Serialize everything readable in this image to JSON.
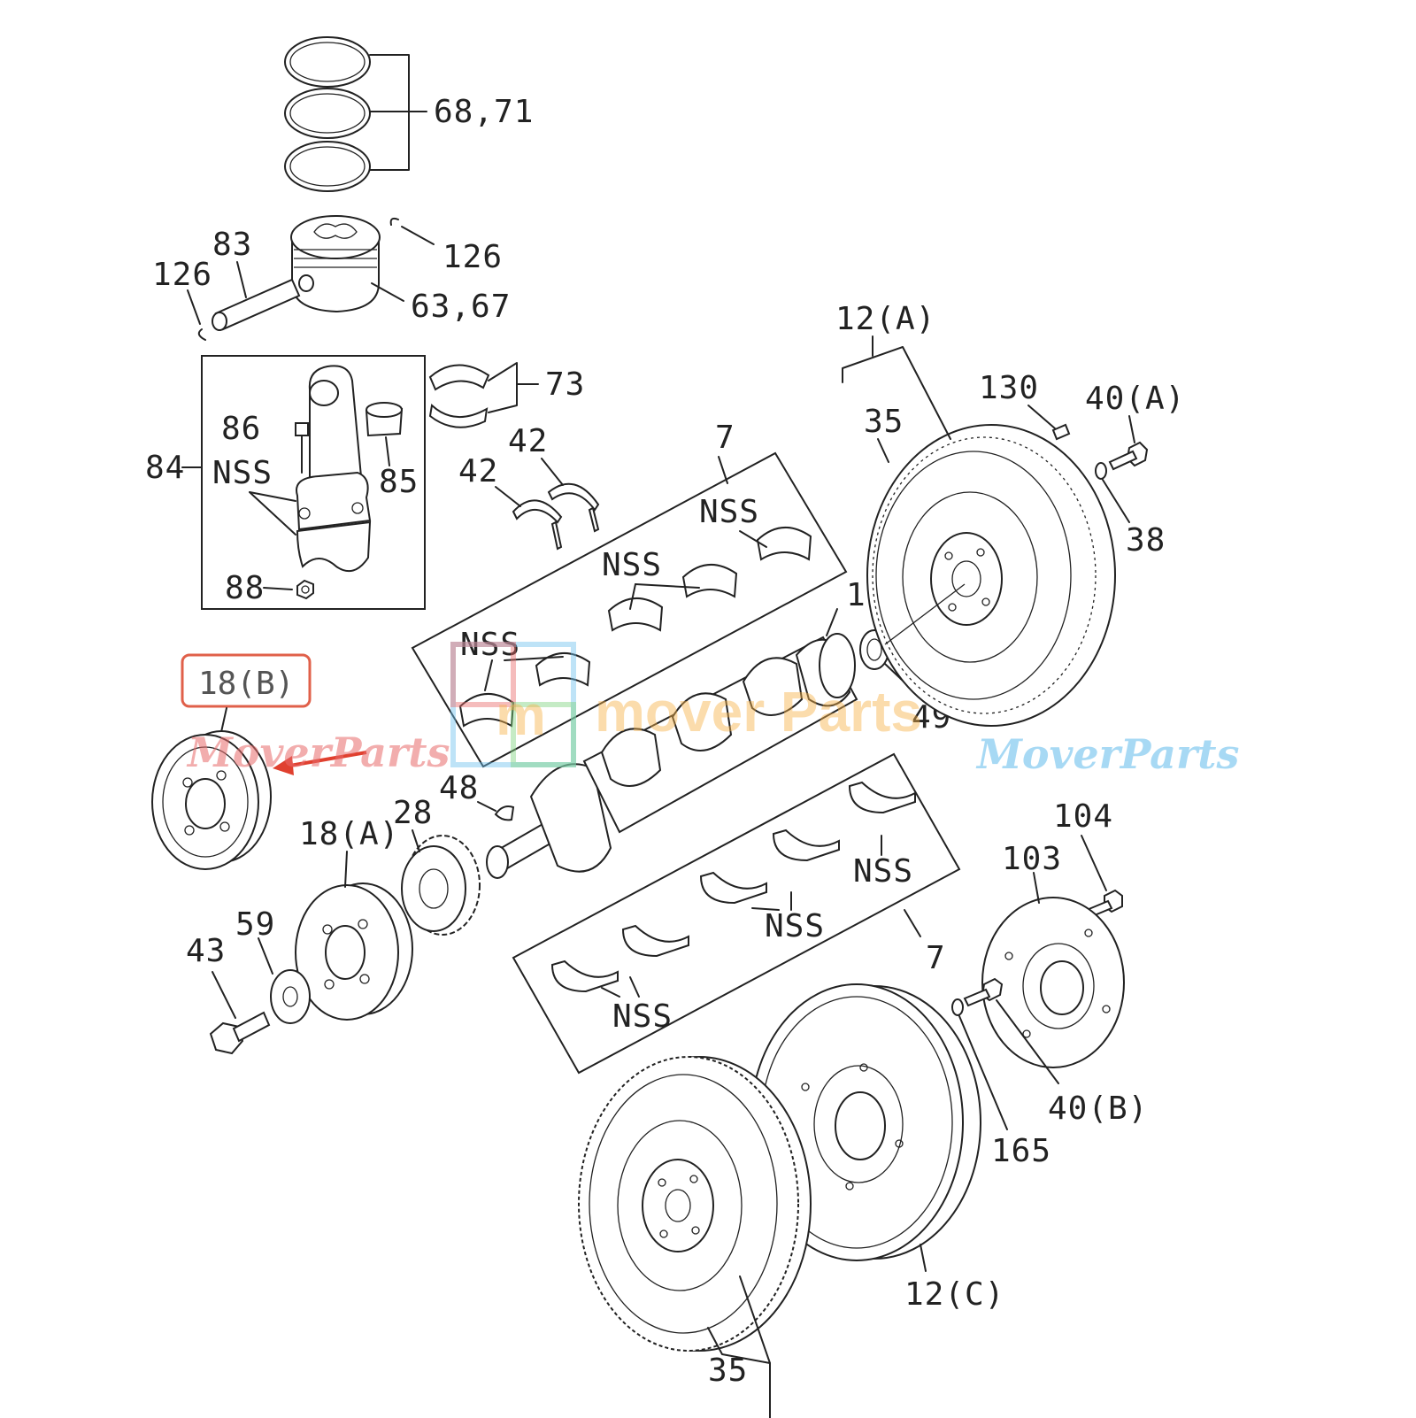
{
  "labels": {
    "rings": "68,71",
    "circlip_right": "126",
    "piston": "63,67",
    "pin": "83",
    "circlip_left": "126",
    "conrod_assy": "84",
    "conrod_bolt": "86",
    "conrod_nss": "NSS",
    "bushing": "85",
    "conrod_nut": "88",
    "rod_bearing": "73",
    "thrust_a": "42",
    "thrust_b": "42",
    "upper_bearings": "7",
    "upper_nss_1": "NSS",
    "upper_nss_2": "NSS",
    "upper_nss_3": "NSS",
    "crankshaft": "1",
    "pilot_bearing": "49",
    "flywheel_a": "12(A)",
    "ring_gear_a": "35",
    "dowel": "130",
    "flywheel_bolt_a": "40(A)",
    "washer_a": "38",
    "pulley_b": "18(B)",
    "key": "48",
    "gear": "28",
    "pulley_a": "18(A)",
    "washer": "59",
    "crank_bolt": "43",
    "lower_bearings": "7",
    "lower_nss_1": "NSS",
    "lower_nss_2": "NSS",
    "lower_nss_3": "NSS",
    "plate_bolt": "104",
    "plate": "103",
    "flywheel_bolt_b": "40(B)",
    "washer_b": "165",
    "flywheel_c": "12(C)",
    "ring_gear_b": "35"
  },
  "watermark": {
    "left": "MoverParts",
    "center": "mover Parts",
    "center_logo": "m",
    "right": "MoverParts"
  },
  "colors": {
    "line": "#222222",
    "highlight_box": "#e0604a",
    "arrow": "#e0402f",
    "watermark_red": "#e86b6b",
    "watermark_blue": "#6ec0ee",
    "watermark_orange": "#f7b24a"
  }
}
